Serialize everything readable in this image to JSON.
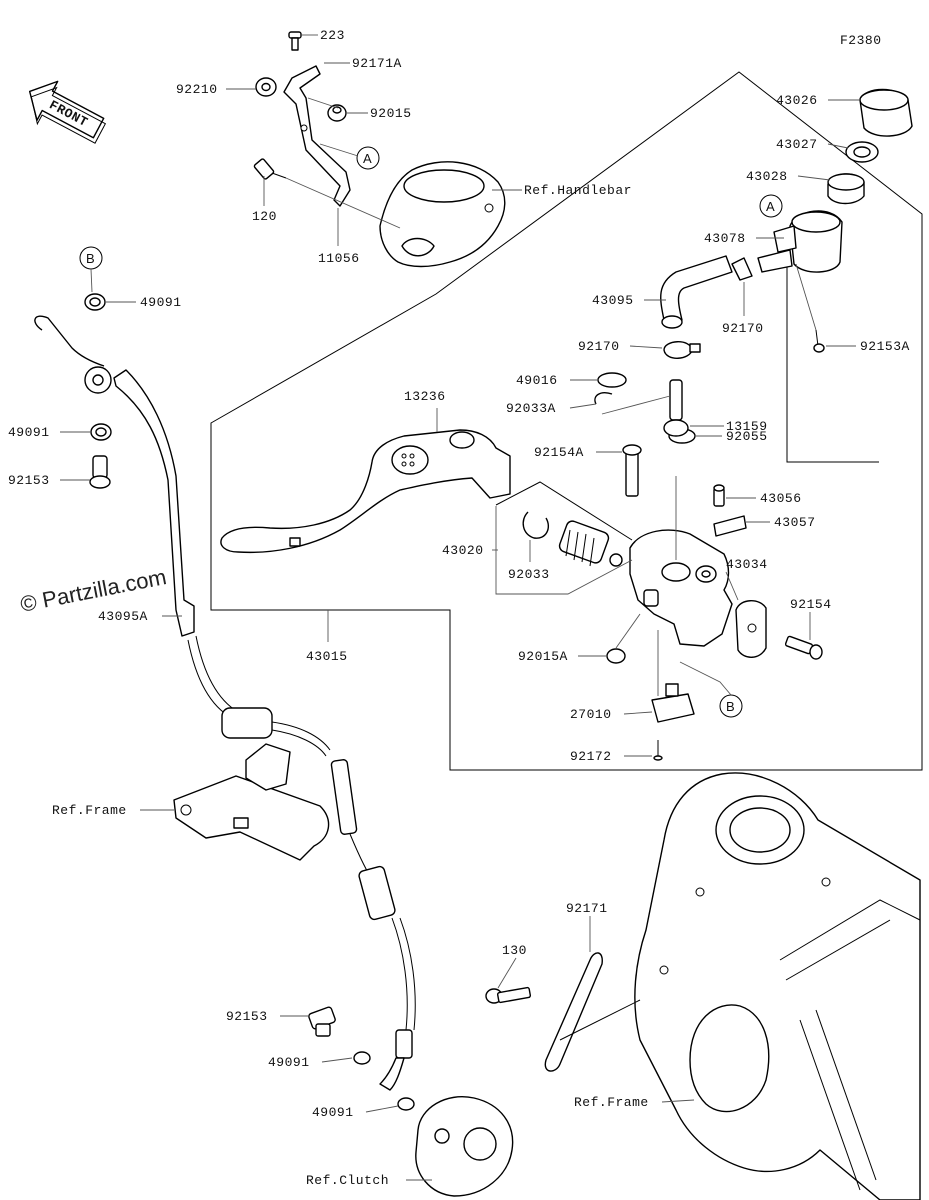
{
  "figure_code": "F2380",
  "watermark": "© Partzilla.com",
  "front_arrow": "FRONT",
  "callouts": {
    "a": "A",
    "b": "B"
  },
  "labels": {
    "p223": "223",
    "p92171A": "92171A",
    "p92210": "92210",
    "p92015": "92015",
    "p120": "120",
    "p11056": "11056",
    "handlebar": "Ref.Handlebar",
    "p49091_top": "49091",
    "p49091_mid": "49091",
    "p92153_left": "92153",
    "p43095A": "43095A",
    "p13236": "13236",
    "p43020": "43020",
    "p92033": "92033",
    "p43015": "43015",
    "frame_left": "Ref.Frame",
    "p43026": "43026",
    "p43027": "43027",
    "p43028": "43028",
    "p43078": "43078",
    "p43095": "43095",
    "p92170_a": "92170",
    "p92170_b": "92170",
    "p92153A": "92153A",
    "p49016": "49016",
    "p92033A": "92033A",
    "p13159": "13159",
    "p92154A": "92154A",
    "p92055": "92055",
    "p43056": "43056",
    "p43057": "43057",
    "p43034": "43034",
    "p92154": "92154",
    "p92015A": "92015A",
    "p27010": "27010",
    "p92172": "92172",
    "p92171": "92171",
    "p130": "130",
    "p92153_bottom": "92153",
    "p49091_b1": "49091",
    "p49091_b2": "49091",
    "frame_right": "Ref.Frame",
    "clutch": "Ref.Clutch"
  }
}
